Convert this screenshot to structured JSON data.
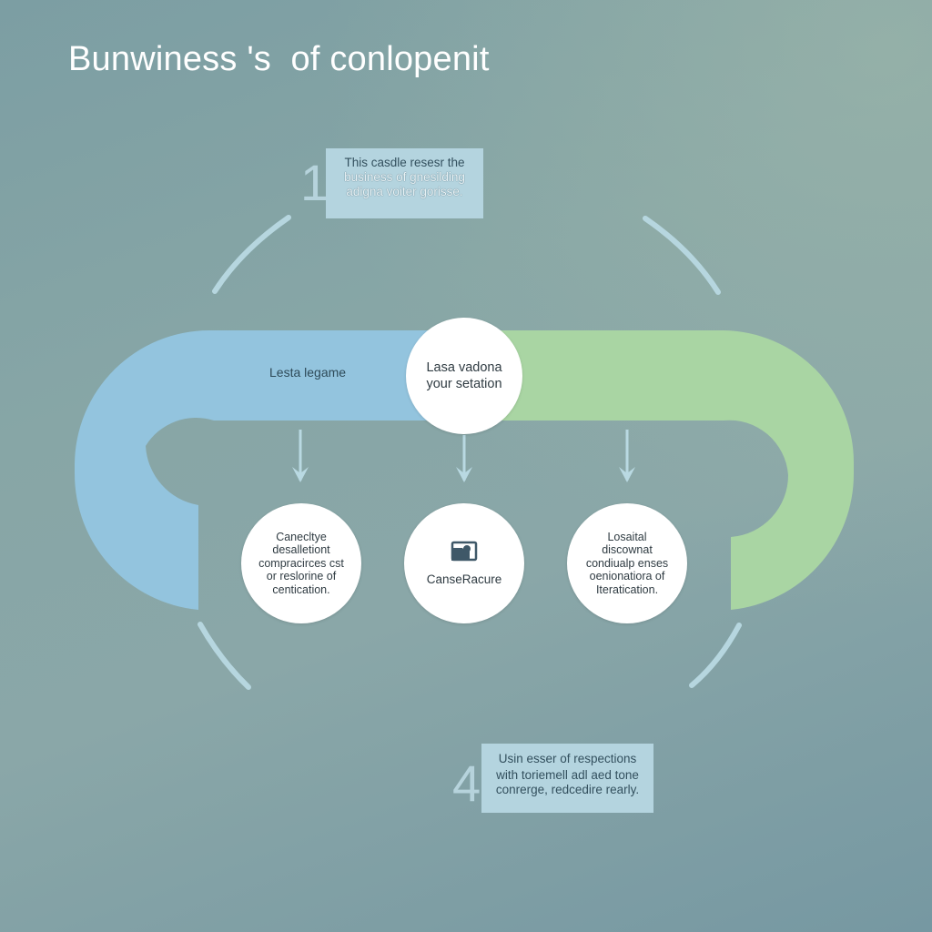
{
  "title": "Bunwiness 's  of conlopenit",
  "colors": {
    "blue_band": "#93c4de",
    "green_band": "#a9d5a3",
    "arc_stroke": "#b6d6df",
    "note_bg": "#b4d4df",
    "icon": "#3f5868"
  },
  "step1": {
    "number": "1",
    "lines": [
      "This casdle resesr the",
      "business of gnesilding",
      "adigna  voiter gorisse."
    ]
  },
  "step4": {
    "number": "4",
    "lines": [
      "Usin esser of respections",
      "with toriemell adl aed tone",
      "conrerge, redcedire rearly."
    ]
  },
  "band": {
    "left_label": "Lesta legame",
    "center_lines": [
      "Lasa vadona",
      "your setation"
    ]
  },
  "nodes": [
    {
      "lines": [
        "Canecltye",
        "desalletiont",
        "compracirces cst",
        "or reslorine of",
        "centication."
      ]
    },
    {
      "icon": "image-folder-icon",
      "lines": [
        "CanseRacure"
      ]
    },
    {
      "lines": [
        "Losaital",
        "discownat",
        "condiualp enses",
        "oenionatiora of",
        "Iteratication."
      ]
    }
  ]
}
